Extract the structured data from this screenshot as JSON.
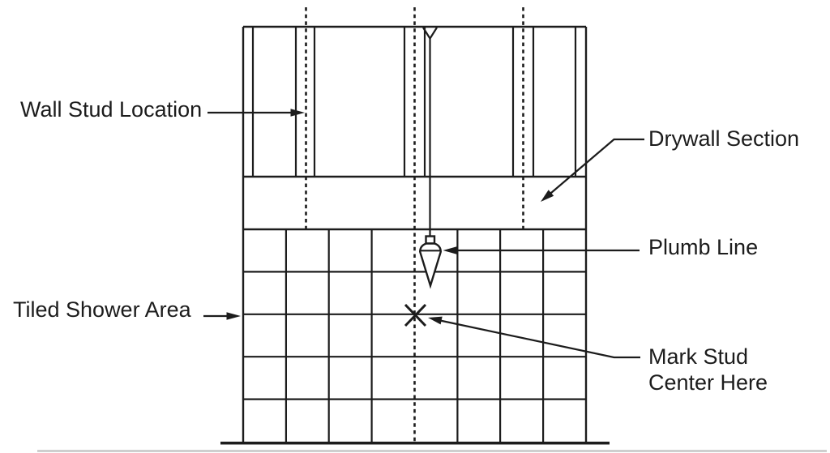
{
  "diagram": {
    "colors": {
      "ink": "#1c1c1c",
      "background": "#ffffff",
      "shadow_line": "#c5c5c5"
    },
    "labels": {
      "wall_stud_location": "Wall Stud Location",
      "drywall_section": "Drywall Section",
      "plumb_line": "Plumb Line",
      "tiled_shower_area": "Tiled Shower Area",
      "mark_stud_line1": "Mark Stud",
      "mark_stud_line2": "Center Here"
    }
  }
}
